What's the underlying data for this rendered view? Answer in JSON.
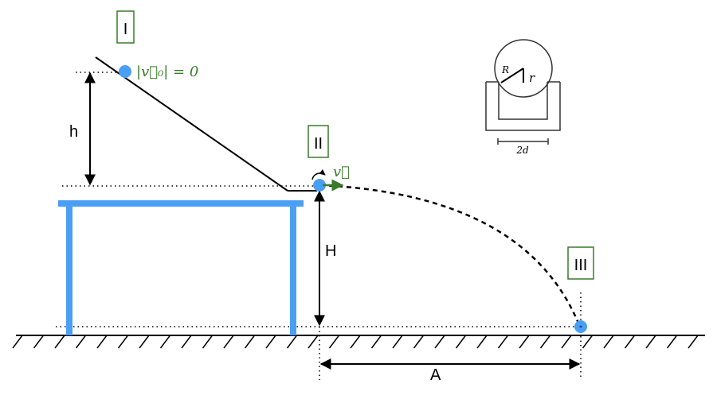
{
  "stages": [
    {
      "label": "I"
    },
    {
      "label": "II"
    },
    {
      "label": "III"
    }
  ],
  "labels": {
    "h": "h",
    "H": "H",
    "A": "A",
    "v0_condition": "|v⃗₀| = 0",
    "v": "v⃗",
    "R": "R",
    "r": "r",
    "width": "2d"
  },
  "colors": {
    "ball": "#4a9ff5",
    "table": "#4a9ff5",
    "accent_green": "#3a7a2a",
    "ink": "#000000"
  }
}
